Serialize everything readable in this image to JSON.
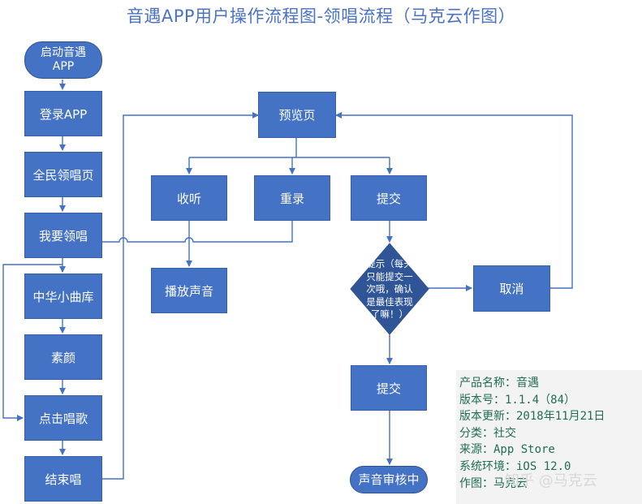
{
  "title": "音遇APP用户操作流程图-领唱流程（马克云作图）",
  "nodes": {
    "start": [
      "启动音遇",
      "APP"
    ],
    "login": "登录APP",
    "all_sing": "全民领唱页",
    "i_lead": "我要领唱",
    "song_lib": "中华小曲库",
    "plain_face": "素颜",
    "tap_sing": "点击唱歌",
    "end_sing": "结束唱",
    "preview": "预览页",
    "listen": "收听",
    "rerecord": "重录",
    "submit1": "提交",
    "play": "播放声音",
    "decision": [
      "提示（每天",
      "只能提交一",
      "次哦，确认",
      "是最佳表现",
      "了嘛！）"
    ],
    "cancel": "取消",
    "submit2": "提交",
    "review": "声音审核中"
  },
  "info": [
    "产品名称：音遇",
    "版本号：1.1.4（84）",
    "版本更新：2018年11月21日",
    "分类：社交",
    "来源：App Store",
    "系统环境：iOS 12.0",
    "作图：马克云"
  ],
  "watermark": "知乎 @马克云"
}
